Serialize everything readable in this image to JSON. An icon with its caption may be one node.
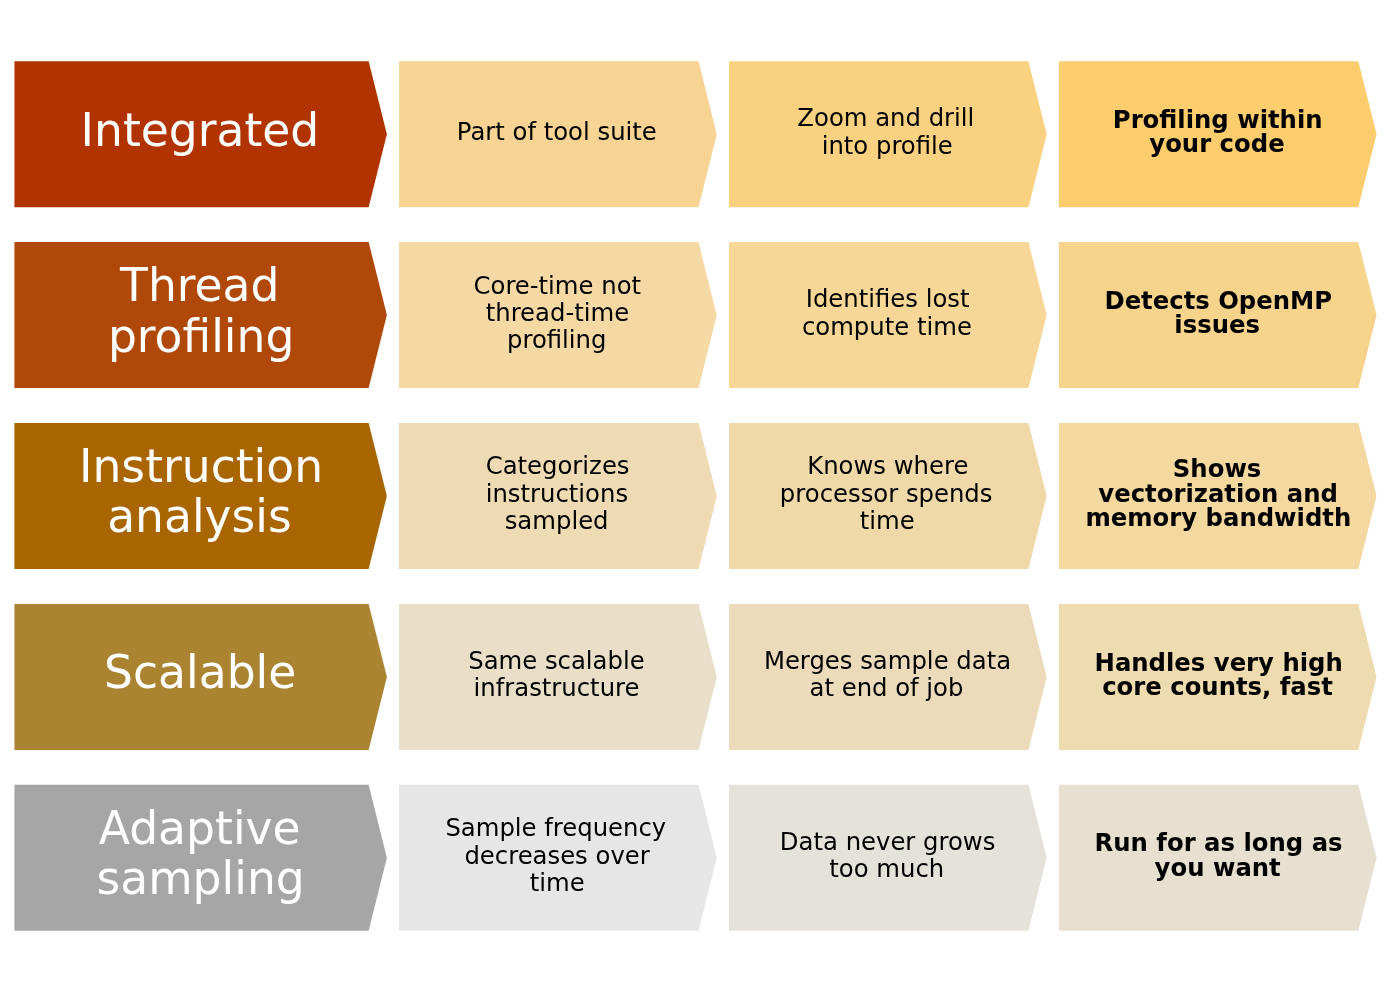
{
  "diagram": {
    "nodes": [
      {
        "text": [
          "Adaptive sampling"
        ]
      },
      {
        "text": [
          "Sample frequency decreases over time"
        ]
      },
      {
        "text": [
          "Data never grows too much"
        ]
      },
      {
        "text": [
          "Run for as long as you want"
        ]
      },
      {
        "text": [
          "Scalable"
        ]
      },
      {
        "text": [
          "Same scalable infrastructure"
        ]
      },
      {
        "text": [
          "Merges sample data at end of job"
        ]
      },
      {
        "text": [
          "Handles very high core counts, fast"
        ]
      },
      {
        "text": [
          "Instruction analysis"
        ]
      },
      {
        "text": [
          "Categorizes instructions sampled"
        ]
      },
      {
        "text": [
          "Knows where processor spends time"
        ]
      },
      {
        "text": [
          "Shows vectorization and memory bandwidth"
        ]
      },
      {
        "text": [
          "Thread profiling"
        ]
      },
      {
        "text": [
          "Core-time not thread-time profiling"
        ]
      },
      {
        "text": [
          "Identifies lost compute time"
        ]
      },
      {
        "text": [
          "Detects OpenMP issues"
        ]
      },
      {
        "text": [
          "Integrated"
        ]
      },
      {
        "text": [
          "Part of tool suite"
        ]
      },
      {
        "text": [
          "Zoom and drill into profile"
        ]
      },
      {
        "text": [
          "Profiling within your code"
        ]
      }
    ]
  }
}
